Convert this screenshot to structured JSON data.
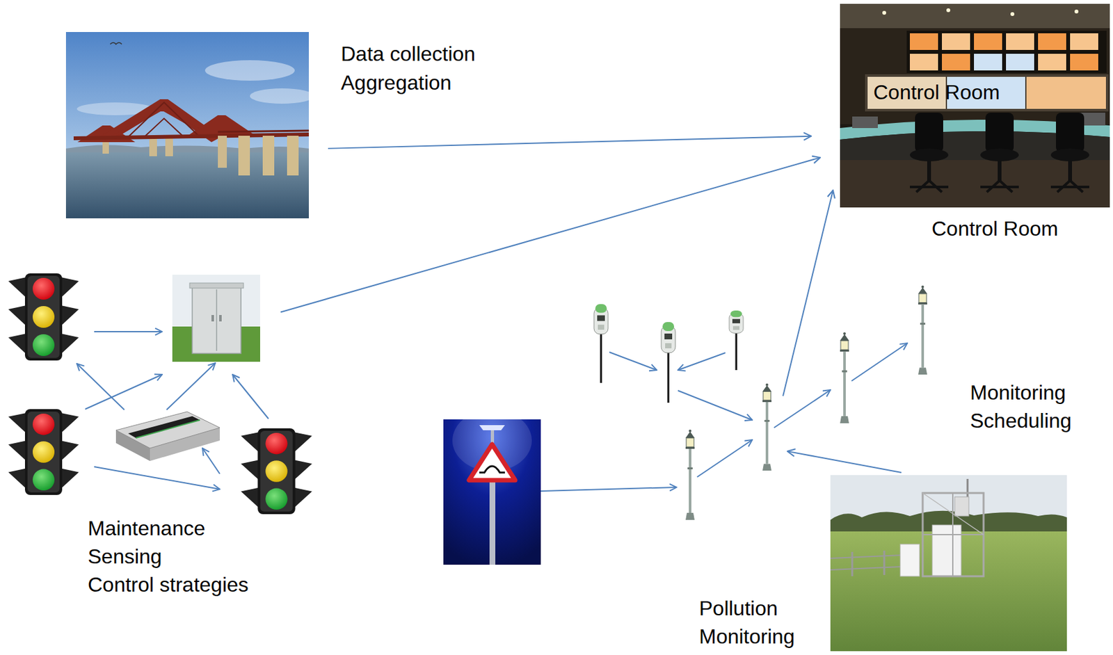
{
  "diagram": {
    "nodes": [
      {
        "text": [
          "Data collection",
          "Aggregation"
        ]
      },
      {
        "text": [
          "Control Room",
          "Control Room"
        ]
      },
      {
        "text": [
          "Maintenance",
          "Sensing",
          "Control strategies"
        ]
      },
      {
        "text": [
          "Monitoring",
          "Scheduling"
        ]
      },
      {
        "text": [
          "Pollution Monitoring"
        ]
      }
    ],
    "edges": [
      {
        "from": 0,
        "to": 1,
        "arrow": "to"
      },
      {
        "from": 2,
        "to": 1,
        "arrow": "to"
      },
      {
        "from": 3,
        "to": 1,
        "arrow": "to"
      },
      {
        "from": 4,
        "to": 3,
        "arrow": "to"
      }
    ]
  }
}
